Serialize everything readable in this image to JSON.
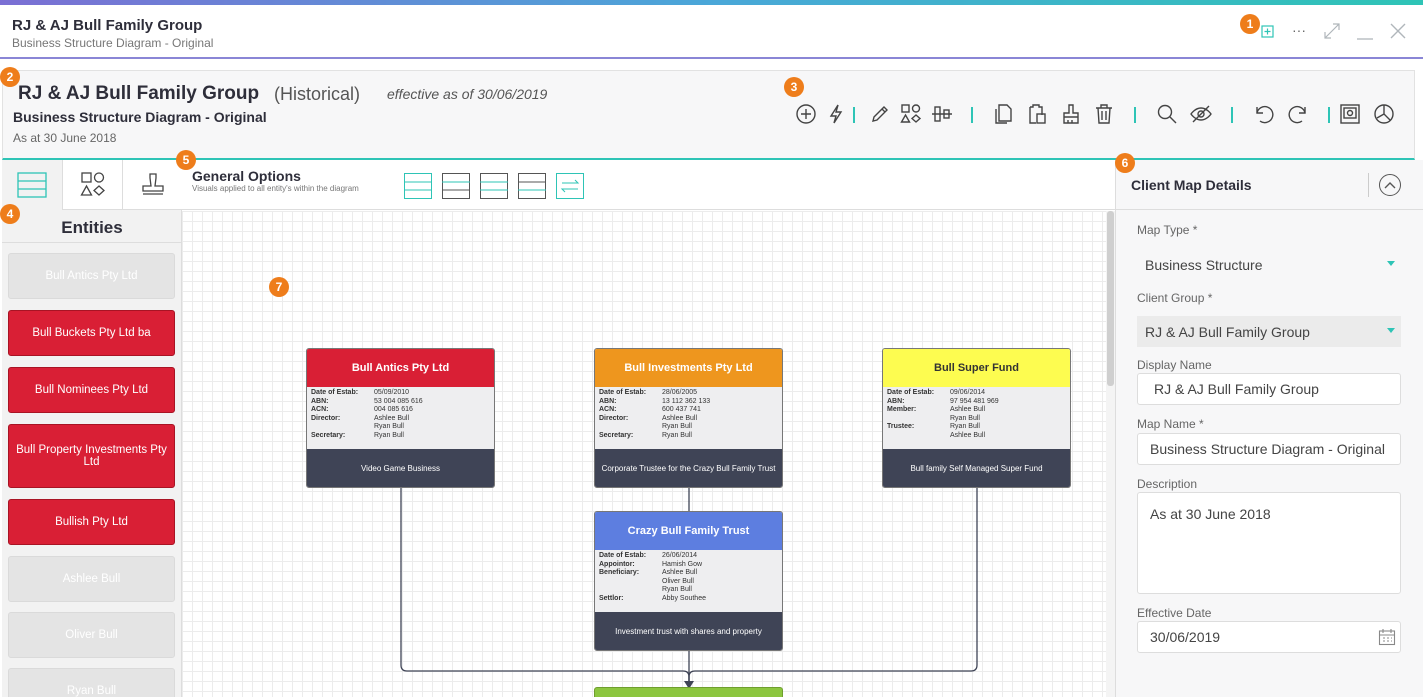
{
  "window": {
    "title": "RJ & AJ Bull Family Group",
    "subtitle": "Business Structure Diagram - Original",
    "controls": [
      "add-window-icon",
      "more-icon",
      "expand-icon",
      "minimize-icon",
      "close-icon"
    ],
    "more_glyph": "···",
    "accent": "#2ec4b6"
  },
  "badges": [
    "1",
    "2",
    "3",
    "4",
    "5",
    "6",
    "7"
  ],
  "header": {
    "title": "RJ & AJ Bull Family Group",
    "status": "(Historical)",
    "effective": "effective as of 30/06/2019",
    "subtitle": "Business Structure Diagram - Original",
    "as_at": "As at 30 June 2018"
  },
  "toolbar": [
    "add-icon",
    "lightning-icon",
    "pencil-icon",
    "shapes-icon",
    "align-icon",
    "copy-icon",
    "paste-icon",
    "format-painter-icon",
    "delete-icon",
    "search-icon",
    "hide-icon",
    "undo-icon",
    "redo-icon",
    "save-image-icon",
    "pie-chart-icon"
  ],
  "left": {
    "tabs": [
      "entities-tab-icon",
      "shapes-tab-icon",
      "stamp-tab-icon"
    ],
    "title": "Entities",
    "entities": [
      {
        "label": "Bull Antics Pty Ltd",
        "style": "grey"
      },
      {
        "label": "Bull Buckets Pty Ltd ba",
        "style": "red"
      },
      {
        "label": "Bull Nominees Pty Ltd",
        "style": "red"
      },
      {
        "label": "Bull Property Investments Pty Ltd",
        "style": "red"
      },
      {
        "label": "Bullish Pty Ltd",
        "style": "red"
      },
      {
        "label": "Ashlee Bull",
        "style": "grey"
      },
      {
        "label": "Oliver Bull",
        "style": "grey"
      },
      {
        "label": "Ryan Bull",
        "style": "grey"
      }
    ]
  },
  "options": {
    "title": "General Options",
    "subtitle": "Visuals applied to all entity's within the diagram"
  },
  "diagram": {
    "cards": [
      {
        "title": "Bull Antics Pty Ltd",
        "header_color": "#d91f35",
        "text_color": "#ffffff",
        "rows": [
          [
            "Date of Estab:",
            "05/09/2010"
          ],
          [
            "ABN:",
            "53 004 085 616"
          ],
          [
            "ACN:",
            "004 085 616"
          ],
          [
            "Director:",
            "Ashlee Bull"
          ],
          [
            "",
            "Ryan Bull"
          ],
          [
            "Secretary:",
            "Ryan Bull"
          ]
        ],
        "footer": "Video Game Business"
      },
      {
        "title": "Bull Investments Pty Ltd",
        "header_color": "#ee961e",
        "text_color": "#ffffff",
        "rows": [
          [
            "Date of Estab:",
            "28/06/2005"
          ],
          [
            "ABN:",
            "13 112 362 133"
          ],
          [
            "ACN:",
            "600 437 741"
          ],
          [
            "Director:",
            "Ashlee Bull"
          ],
          [
            "",
            "Ryan Bull"
          ],
          [
            "Secretary:",
            "Ryan Bull"
          ]
        ],
        "footer": "Corporate Trustee for the Crazy Bull Family Trust"
      },
      {
        "title": "Bull Super Fund",
        "header_color": "#fdfc50",
        "text_color": "#333333",
        "rows": [
          [
            "Date of Estab:",
            "09/06/2014"
          ],
          [
            "ABN:",
            "97 954 481 969"
          ],
          [
            "Member:",
            "Ashlee Bull"
          ],
          [
            "",
            "Ryan Bull"
          ],
          [
            "Trustee:",
            "Ryan Bull"
          ],
          [
            "",
            "Ashlee Bull"
          ]
        ],
        "footer": "Bull family Self Managed Super Fund"
      },
      {
        "title": "Crazy Bull Family Trust",
        "header_color": "#5d7ee0",
        "text_color": "#ffffff",
        "rows": [
          [
            "Date of Estab:",
            "26/06/2014"
          ],
          [
            "Appointor:",
            "Hamish Gow"
          ],
          [
            "Beneficiary:",
            "Ashlee Bull"
          ],
          [
            "",
            "Oliver Bull"
          ],
          [
            "",
            "Ryan Bull"
          ],
          [
            "Settlor:",
            "Abby Southee"
          ]
        ],
        "footer": "Investment trust with shares and property"
      }
    ],
    "bottom_card_color": "#8cc63f"
  },
  "details": {
    "title": "Client Map Details",
    "map_type_label": "Map Type *",
    "map_type": "Business Structure",
    "client_group_label": "Client Group *",
    "client_group": "RJ & AJ Bull Family Group",
    "display_name_label": "Display Name",
    "display_name": "RJ & AJ Bull Family Group",
    "map_name_label": "Map Name *",
    "map_name": "Business Structure Diagram - Original",
    "description_label": "Description",
    "description": "As at 30 June 2018",
    "effective_date_label": "Effective Date",
    "effective_date": "30/06/2019"
  }
}
